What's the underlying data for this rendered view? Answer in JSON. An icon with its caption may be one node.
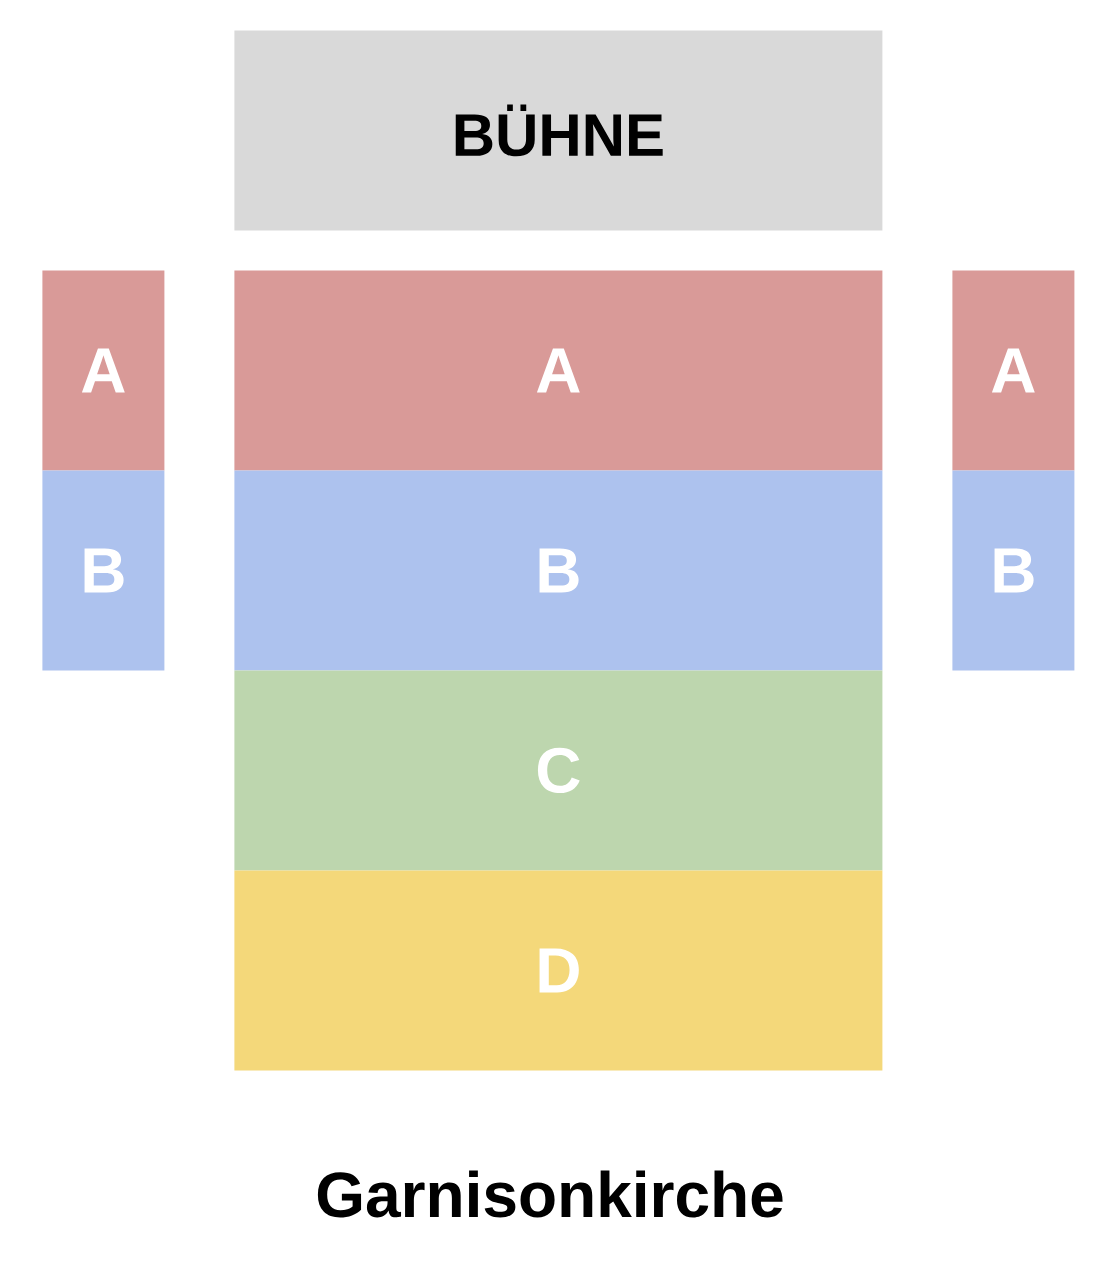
{
  "diagram": {
    "title": "Garnisonkirche",
    "nodes": [
      {
        "text": [
          "BÜHNE"
        ]
      },
      {
        "text": [
          "A"
        ]
      },
      {
        "text": [
          "A"
        ]
      },
      {
        "text": [
          "A"
        ]
      },
      {
        "text": [
          "B"
        ]
      },
      {
        "text": [
          "B"
        ]
      },
      {
        "text": [
          "B"
        ]
      },
      {
        "text": [
          "C"
        ]
      },
      {
        "text": [
          "D"
        ]
      }
    ]
  }
}
